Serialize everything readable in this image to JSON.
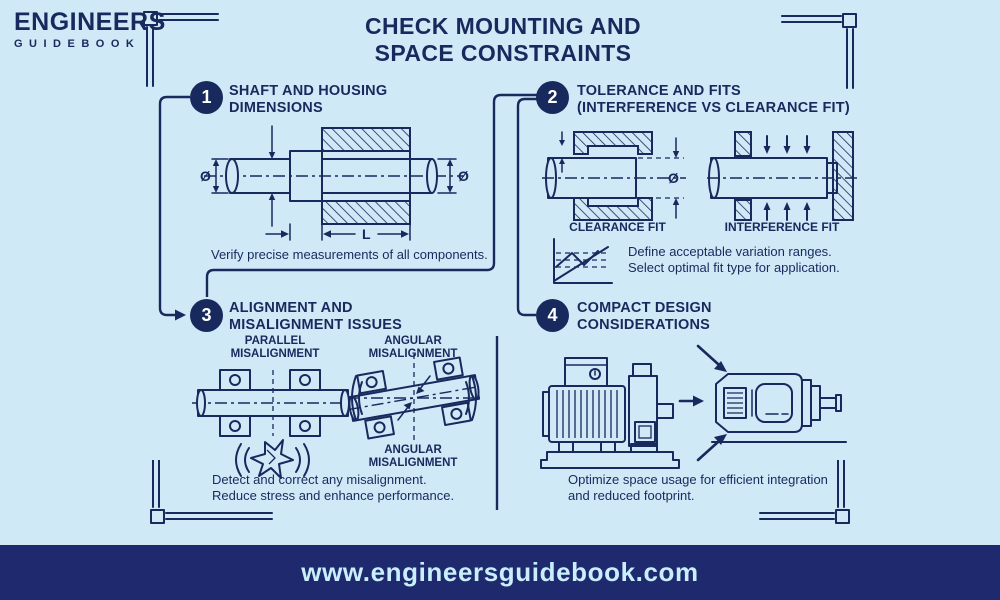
{
  "brand": {
    "name": "ENGINEERS",
    "tagline": "GUIDEBOOK"
  },
  "title": {
    "line1": "CHECK MOUNTING AND",
    "line2": "SPACE CONSTRAINTS"
  },
  "sections": {
    "s1": {
      "num": "1",
      "heading1": "SHAFT AND HOUSING",
      "heading2": "DIMENSIONS",
      "caption": "Verify precise measurements of all components.",
      "labels": {
        "dia_left": "Ø",
        "dia_right": "Ø",
        "length": "L"
      }
    },
    "s2": {
      "num": "2",
      "heading1": "TOLERANCE AND FITS",
      "heading2": "(INTERFERENCE VS CLEARANCE FIT)",
      "labels": {
        "fit_left": "CLEARANCE FIT",
        "fit_right": "INTERFERENCE FIT",
        "dia": "Ø"
      },
      "caption1": "Define acceptable variation ranges.",
      "caption2": "Select optimal fit type for application."
    },
    "s3": {
      "num": "3",
      "heading1": "ALIGNMENT AND",
      "heading2": "MISALIGNMENT ISSUES",
      "labels": {
        "parallel": [
          "PARALLEL",
          "MISALIGNMENT"
        ],
        "angular_top": [
          "ANGULAR",
          "MISALIGNMENT"
        ],
        "angular_bottom": [
          "ANGULAR",
          "MISALIGNMENT"
        ]
      },
      "caption1": "Detect and correct any misalignment.",
      "caption2": "Reduce stress and enhance performance."
    },
    "s4": {
      "num": "4",
      "heading1": "COMPACT DESIGN",
      "heading2": "CONSIDERATIONS",
      "caption1": "Optimize space usage for efficient integration",
      "caption2": "and reduced footprint."
    }
  },
  "footer": {
    "url": "www.engineersguidebook.com"
  },
  "colors": {
    "background": "#d0e9f6",
    "ink": "#18295e",
    "footer_bg": "#1f2a6e",
    "footer_text": "#c9eefc",
    "number_circle_bg": "#18295e",
    "number_circle_text": "#ffffff"
  }
}
